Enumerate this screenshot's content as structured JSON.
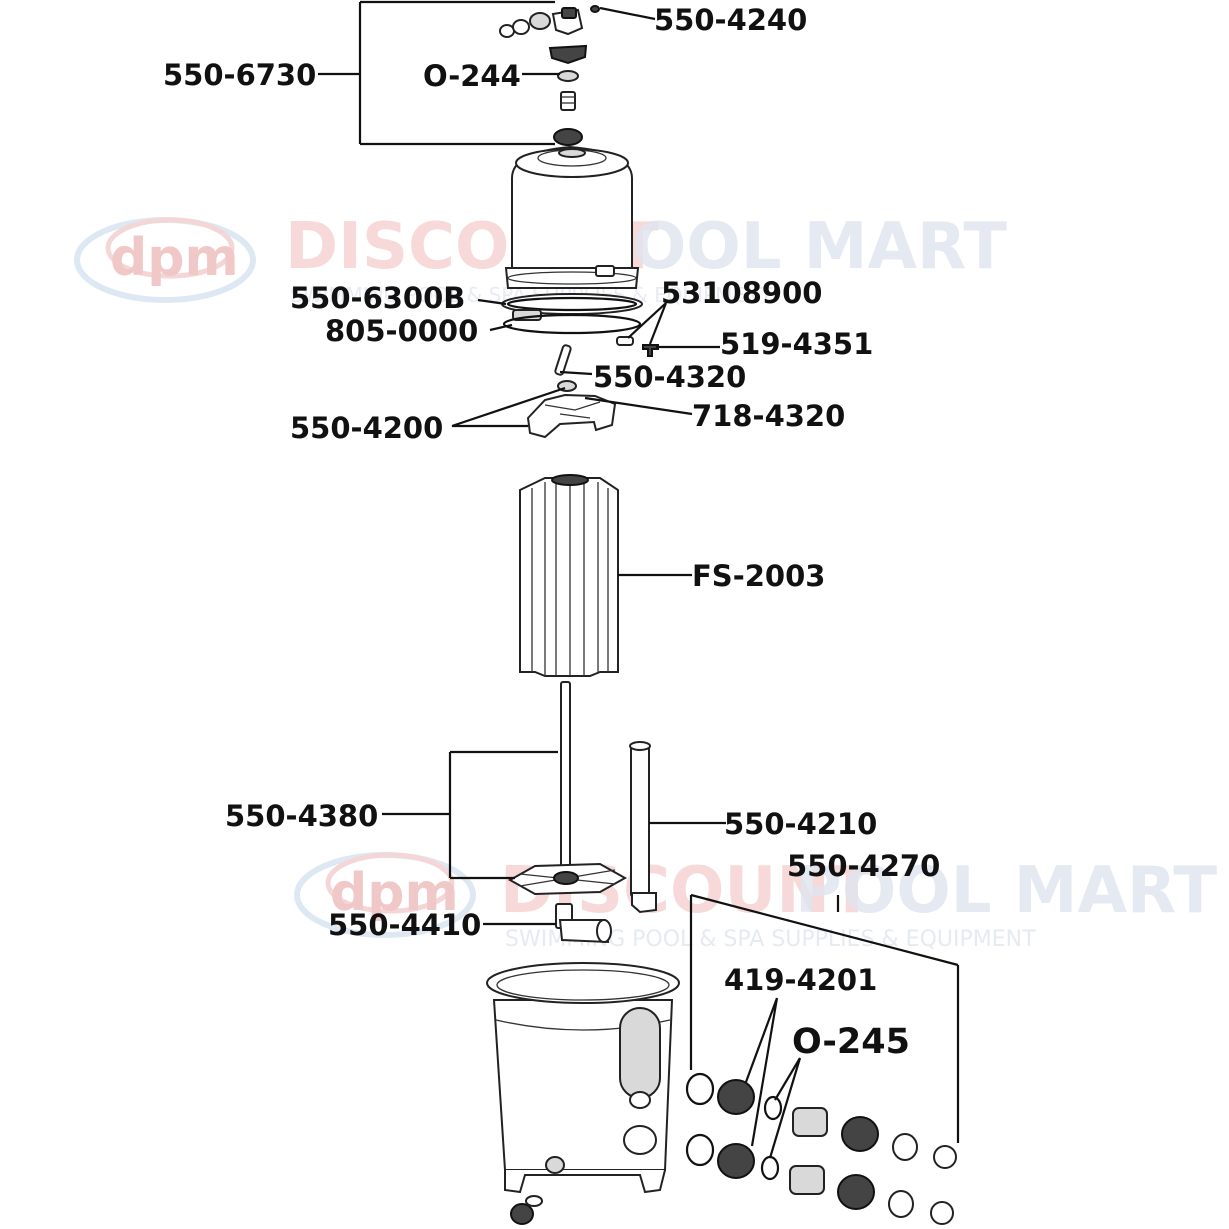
{
  "watermark": {
    "brand_logo": "dpm",
    "brand_name_part1": "DISCOUNT",
    "brand_name_part2": "POOL MART",
    "tagline": "SWIMMING POOL & SPA SUPPLIES & EQUIPMENT",
    "colors": {
      "red": "#f2c9c9",
      "navy": "#dde1ec",
      "blue": "#dce9f4"
    }
  },
  "parts": [
    {
      "id": "p1",
      "label": "550-4240"
    },
    {
      "id": "p2",
      "label": "550-6730"
    },
    {
      "id": "p3",
      "label": "O-244"
    },
    {
      "id": "p4",
      "label": "550-6300B"
    },
    {
      "id": "p5",
      "label": "805-0000"
    },
    {
      "id": "p6",
      "label": "53108900"
    },
    {
      "id": "p7",
      "label": "519-4351"
    },
    {
      "id": "p8",
      "label": "550-4320"
    },
    {
      "id": "p9",
      "label": "550-4200"
    },
    {
      "id": "p10",
      "label": "718-4320"
    },
    {
      "id": "p11",
      "label": "FS-2003"
    },
    {
      "id": "p12",
      "label": "550-4380"
    },
    {
      "id": "p13",
      "label": "550-4210"
    },
    {
      "id": "p14",
      "label": "550-4270"
    },
    {
      "id": "p15",
      "label": "550-4410"
    },
    {
      "id": "p16",
      "label": "419-4201"
    },
    {
      "id": "p17",
      "label": "O-245"
    }
  ]
}
